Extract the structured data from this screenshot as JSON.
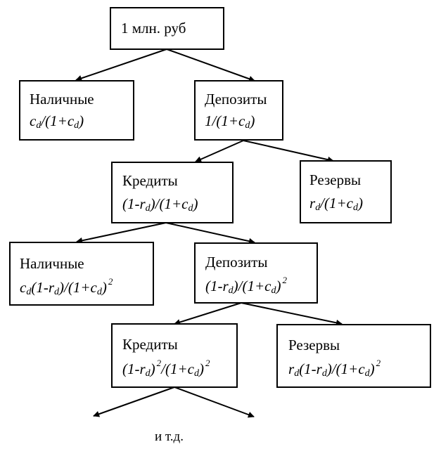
{
  "root": {
    "label": "1 млн. руб"
  },
  "level1": {
    "cash": {
      "label": "Наличные",
      "f_c": "c",
      "f_d": "d",
      "f_tail": "/(1+c",
      "f_d2": "d",
      "f_end": ")"
    },
    "deposits": {
      "label": "Депозиты",
      "f_head": "1/(1+c",
      "f_d": "d",
      "f_end": ")"
    }
  },
  "level2": {
    "credits": {
      "label": "Кредиты",
      "f_head": "(1-r",
      "f_d": "d",
      "f_mid": ")/(1+c",
      "f_d2": "d",
      "f_end": ")"
    },
    "reserves": {
      "label": "Резервы",
      "f_r": "r",
      "f_d": "d",
      "f_mid": "/(1+c",
      "f_d2": "d",
      "f_end": ")"
    }
  },
  "level3": {
    "cash": {
      "label": "Наличные",
      "f_c": "c",
      "f_d": "d",
      "f_mid": "(1-r",
      "f_d2": "d",
      "f_mid2": ")/(1+c",
      "f_d3": "d",
      "f_end": ")",
      "f_pow": "2"
    },
    "deposits": {
      "label": "Депозиты",
      "f_head": "(1-r",
      "f_d": "d",
      "f_mid": ")/(1+c",
      "f_d2": "d",
      "f_end": ")",
      "f_pow": "2"
    }
  },
  "level4": {
    "credits": {
      "label": "Кредиты",
      "f_head": "(1-r",
      "f_d": "d",
      "f_close": ")",
      "f_pow1": "2",
      "f_mid": "/(1+c",
      "f_d2": "d",
      "f_end": ")",
      "f_pow2": "2"
    },
    "reserves": {
      "label": "Резервы",
      "f_r": "r",
      "f_d": "d",
      "f_mid": "(1-r",
      "f_d2": "d",
      "f_mid2": ")/(1+c",
      "f_d3": "d",
      "f_end": ")",
      "f_pow": "2"
    }
  },
  "continuation": "и т.д.",
  "colors": {
    "line": "#000000",
    "box_border": "#000000",
    "background": "#ffffff"
  }
}
